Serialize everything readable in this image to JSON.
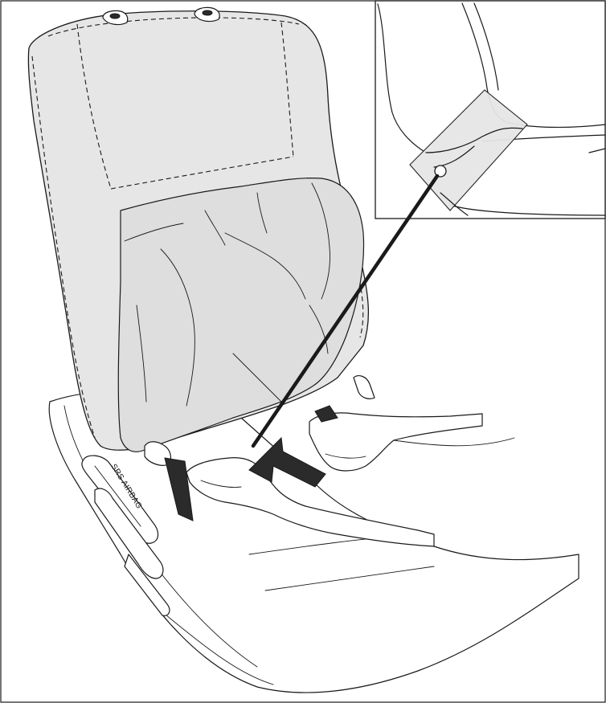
{
  "diagram": {
    "seat_label": "SRS AIRBAG",
    "colors": {
      "line": "#1a1a1a",
      "seat_fill": "#e6e6e6",
      "cover_fill": "#dedede",
      "inset_fill": "#e6e6e6",
      "background": "#ffffff"
    },
    "elements": [
      "seat-back",
      "seat-cushion",
      "seat-cover-folded",
      "headrest-guides",
      "hook-strap",
      "left-hand",
      "right-hand",
      "push-arrow",
      "leader-line",
      "detail-inset"
    ]
  }
}
